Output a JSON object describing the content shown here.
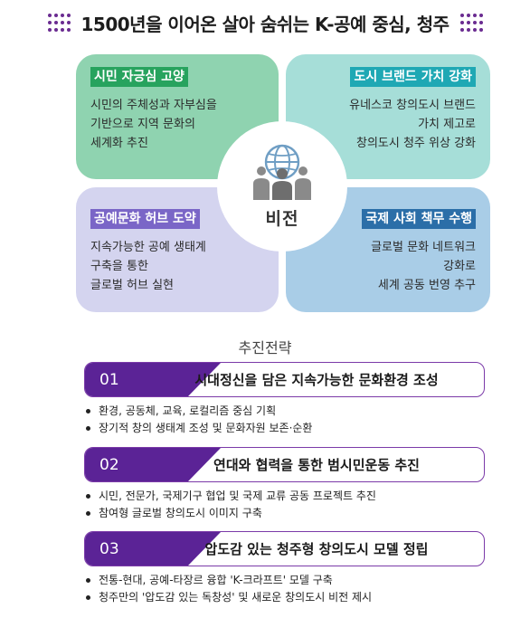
{
  "header": {
    "title": "1500년을 이어온 살아 숨쉬는 K-공예 중심, 청주"
  },
  "vision": {
    "center_label": "비전",
    "center_icon": "globe-people-icon",
    "quadrants": [
      {
        "title": "시민 자긍심 고양",
        "lines": [
          "시민의 주체성과 자부심을",
          "기반으로 지역 문화의",
          "세계화 추진"
        ]
      },
      {
        "title": "도시 브랜드 가치 강화",
        "lines": [
          "유네스코 창의도시 브랜드",
          "가치 제고로",
          "창의도시 청주 위상 강화"
        ]
      },
      {
        "title": "공예문화 허브 도약",
        "lines": [
          "지속가능한 공예 생태계",
          "구축을 통한",
          "글로벌 허브 실현"
        ]
      },
      {
        "title": "국제 사회 책무 수행",
        "lines": [
          "글로벌 문화 네트워크",
          "강화로",
          "세계 공동 번영 추구"
        ]
      }
    ],
    "colors": {
      "tl": "#8fd3b0",
      "tr": "#a6ded8",
      "bl": "#d4d4ef",
      "br": "#a9cde7"
    }
  },
  "strategy": {
    "title": "추진전략",
    "items": [
      {
        "num": "01",
        "title": "시대정신을 담은 지속가능한 문화환경 조성",
        "bullets": [
          "환경, 공동체, 교육, 로컬리즘 중심 기획",
          "장기적 창의 생태계 조성 및 문화자원 보존·순환"
        ]
      },
      {
        "num": "02",
        "title": "연대와 협력을 통한 범시민운동 추진",
        "bullets": [
          "시민, 전문가, 국제기구 협업 및 국제 교류 공동 프로젝트 추진",
          "참여형 글로벌 창의도시 이미지 구축"
        ]
      },
      {
        "num": "03",
        "title": "압도감 있는 청주형 창의도시 모델 정립",
        "bullets": [
          "전통-현대, 공예-타장르 융합 'K-크라프트' 모델 구축",
          "청주만의 '압도감 있는 독창성' 및 새로운 창의도시 비전 제시"
        ]
      }
    ],
    "accent": "#5b2396"
  }
}
